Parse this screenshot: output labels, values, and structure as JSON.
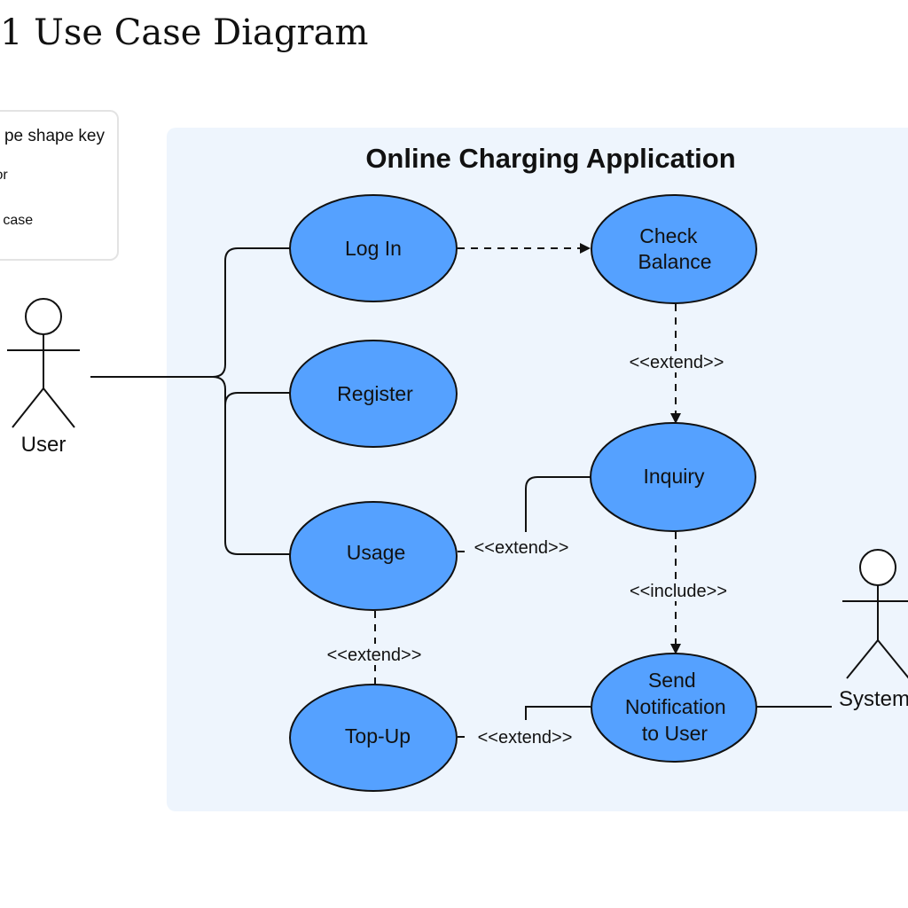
{
  "page": {
    "title": "1 Use Case Diagram"
  },
  "shape_key": {
    "title": "pe shape key",
    "actor_label": "ctor",
    "use_case_label": "se case"
  },
  "system": {
    "title": "Online Charging Application"
  },
  "actors": {
    "user": "User",
    "system": "System"
  },
  "use_cases": {
    "log_in": [
      "Log In"
    ],
    "check_balance": [
      "Check",
      "Balance"
    ],
    "register": [
      "Register"
    ],
    "inquiry": [
      "Inquiry"
    ],
    "usage": [
      "Usage"
    ],
    "top_up": [
      "Top-Up"
    ],
    "send_notification": [
      "Send",
      "Notification",
      "to User"
    ]
  },
  "relations": {
    "check_to_inquiry": "<<extend>>",
    "inquiry_to_usage": "<<extend>>",
    "inquiry_to_notification": "<<include>>",
    "usage_to_topup": "<<extend>>",
    "notification_to_topup": "<<extend>>"
  },
  "colors": {
    "use_case_fill": "#55a1ff",
    "system_boundary_fill": "#eef5fd",
    "line": "#111111"
  }
}
